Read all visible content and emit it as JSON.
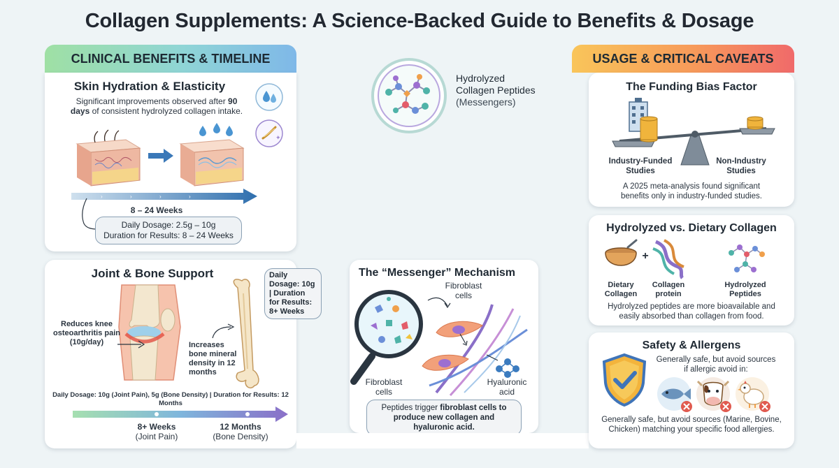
{
  "title": "Collagen Supplements: A Science-Backed Guide to Benefits & Dosage",
  "left_header": "CLINICAL BENEFITS & TIMELINE",
  "right_header": "USAGE & CRITICAL CAVEATS",
  "skin": {
    "title": "Skin Hydration & Elasticity",
    "desc_pre": "Significant improvements observed after ",
    "desc_bold": "90 days",
    "desc_post": " of consistent hydrolyzed collagen intake.",
    "timeline_label": "8 – 24 Weeks",
    "dosage_line1": "Daily Dosage: 2.5g – 10g",
    "dosage_line2": "Duration for Results: 8 – 24 Weeks"
  },
  "joint": {
    "title": "Joint & Bone Support",
    "knee_text": "Reduces knee osteoarthritis pain (10g/day)",
    "bone_text": "Increases bone mineral density in 12 months",
    "dose_callout": "Daily Dosage: 10g | Duration for Results: 8+ Weeks",
    "summary": "Daily Dosage: 10g (Joint Pain), 5g (Bone Density) | Duration for Results: 12 Months",
    "milestone1_a": "8+ Weeks",
    "milestone1_b": "(Joint Pain)",
    "milestone2_a": "12 Months",
    "milestone2_b": "(Bone Density)"
  },
  "peptides": {
    "label_bold": "Hydrolyzed Collagen Peptides",
    "label_sub": "(Messengers)"
  },
  "messenger": {
    "title": "The “Messenger” Mechanism",
    "fibroblast_top": "Fibroblast cells",
    "fibroblast_bottom": "Fibroblast cells",
    "hyaluronic": "Hyaluronic acid",
    "caption_pre": "Peptides trigger ",
    "caption_bold": "fibroblast cells to produce new collagen and hyaluronic acid.",
    "caption_post": ""
  },
  "funding": {
    "title": "The Funding Bias Factor",
    "left_label": "Industry-Funded Studies",
    "right_label": "Non-Industry Studies",
    "note": "A 2025 meta-analysis found significant benefits only in industry-funded studies."
  },
  "hydro": {
    "title": "Hydrolyzed vs. Dietary Collagen",
    "item1": "Dietary Collagen",
    "item2": "Collagen protein",
    "item3": "Hydrolyzed Peptides",
    "note": "Hydrolyzed peptides are more bioavailable and easily absorbed than collagen from food."
  },
  "safety": {
    "title": "Safety & Allergens",
    "side_text": "Generally safe, but avoid sources if allergic avoid in:",
    "note": "Generally safe, but avoid sources (Marine, Bovine, Chicken) matching your specific food allergies."
  },
  "colors": {
    "skin_pink": "#f4b8a6",
    "timeline_blue": "#2f7bb6",
    "teal": "#3aa7a8",
    "purple": "#8a6fc8",
    "shield_gold": "#f3b43c",
    "shield_blue": "#3f74b8",
    "danger_red": "#e05a4f"
  },
  "icons": [
    "water-drop-icon",
    "collagen-fiber-icon",
    "magnifier-icon",
    "building-icon",
    "scale-icon",
    "shield-check-icon",
    "fish-icon",
    "cow-icon",
    "chicken-icon",
    "bowl-icon"
  ]
}
